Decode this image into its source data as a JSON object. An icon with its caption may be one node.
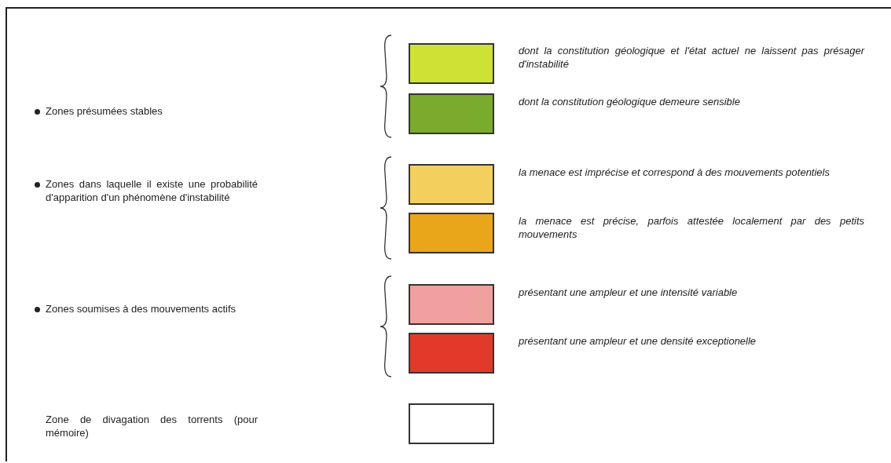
{
  "diagram": {
    "labels": [
      "Zones présumées stables",
      "Zones dans laquelle il existe une probabilité d'apparition d'un phénomène d'instabilité",
      "Zones soumises à des mouvements actifs"
    ],
    "legend": [
      {
        "text": "dont la constitution géologique et l'état actuel ne laissent pas présager d'instabilité",
        "color": "#cde234"
      },
      {
        "text": "dont la constitution géologique demeure sensible",
        "color": "#7aab2c"
      },
      {
        "text": "la menace est imprécise et correspond à des mouvements potentiels",
        "color": "#f3cf5e"
      },
      {
        "text": "la menace est précise, parfois attestée localement par des petits mouvements",
        "color": "#eaa61a"
      },
      {
        "text": "présentant une ampleur et une intensité variable",
        "color": "#f1a0a0"
      },
      {
        "text": "présentant une ampleur et une densité exceptionelle",
        "color": "#e23a2a"
      },
      {
        "text": "Zone de divagation des torrents (pour mémoire)",
        "color": "#ffffff"
      }
    ]
  }
}
